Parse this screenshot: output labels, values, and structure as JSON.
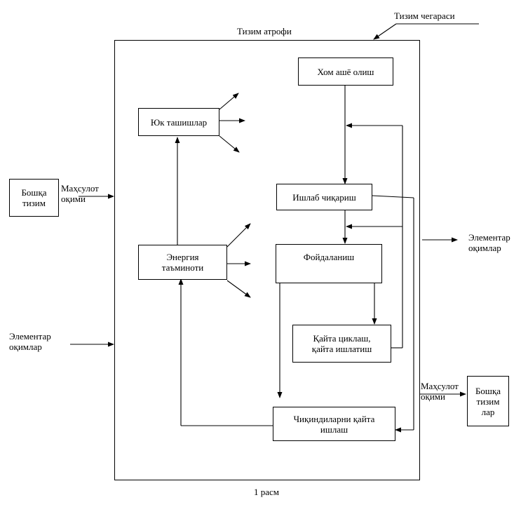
{
  "labels": {
    "system_boundary": "Тизим чегараси",
    "environment": "Тизим атрофи",
    "caption": "1 расм"
  },
  "external": {
    "other_system_left": [
      "Бошқа",
      "тизим"
    ],
    "product_flow_in": [
      "Маҳсулот",
      "оқими"
    ],
    "elementary_flows_in": [
      "Элементар",
      "оқимлар"
    ],
    "elementary_flows_out": [
      "Элементар",
      "оқимлар"
    ],
    "product_flow_out": [
      "Маҳсулот",
      "оқими"
    ],
    "other_systems_right": [
      "Бошқа",
      "тизим",
      "лар"
    ]
  },
  "processes": {
    "raw_material": "Хом ашё олиш",
    "transport": "Юк ташишлар",
    "production": "Ишлаб чиқариш",
    "energy": [
      "Энергия",
      "таъминоти"
    ],
    "use": "Фойдаланиш",
    "recycling": [
      "Қайта циклаш,",
      "қайта ишлатиш"
    ],
    "waste": [
      "Чиқиндиларни қайта",
      "ишлаш"
    ]
  }
}
